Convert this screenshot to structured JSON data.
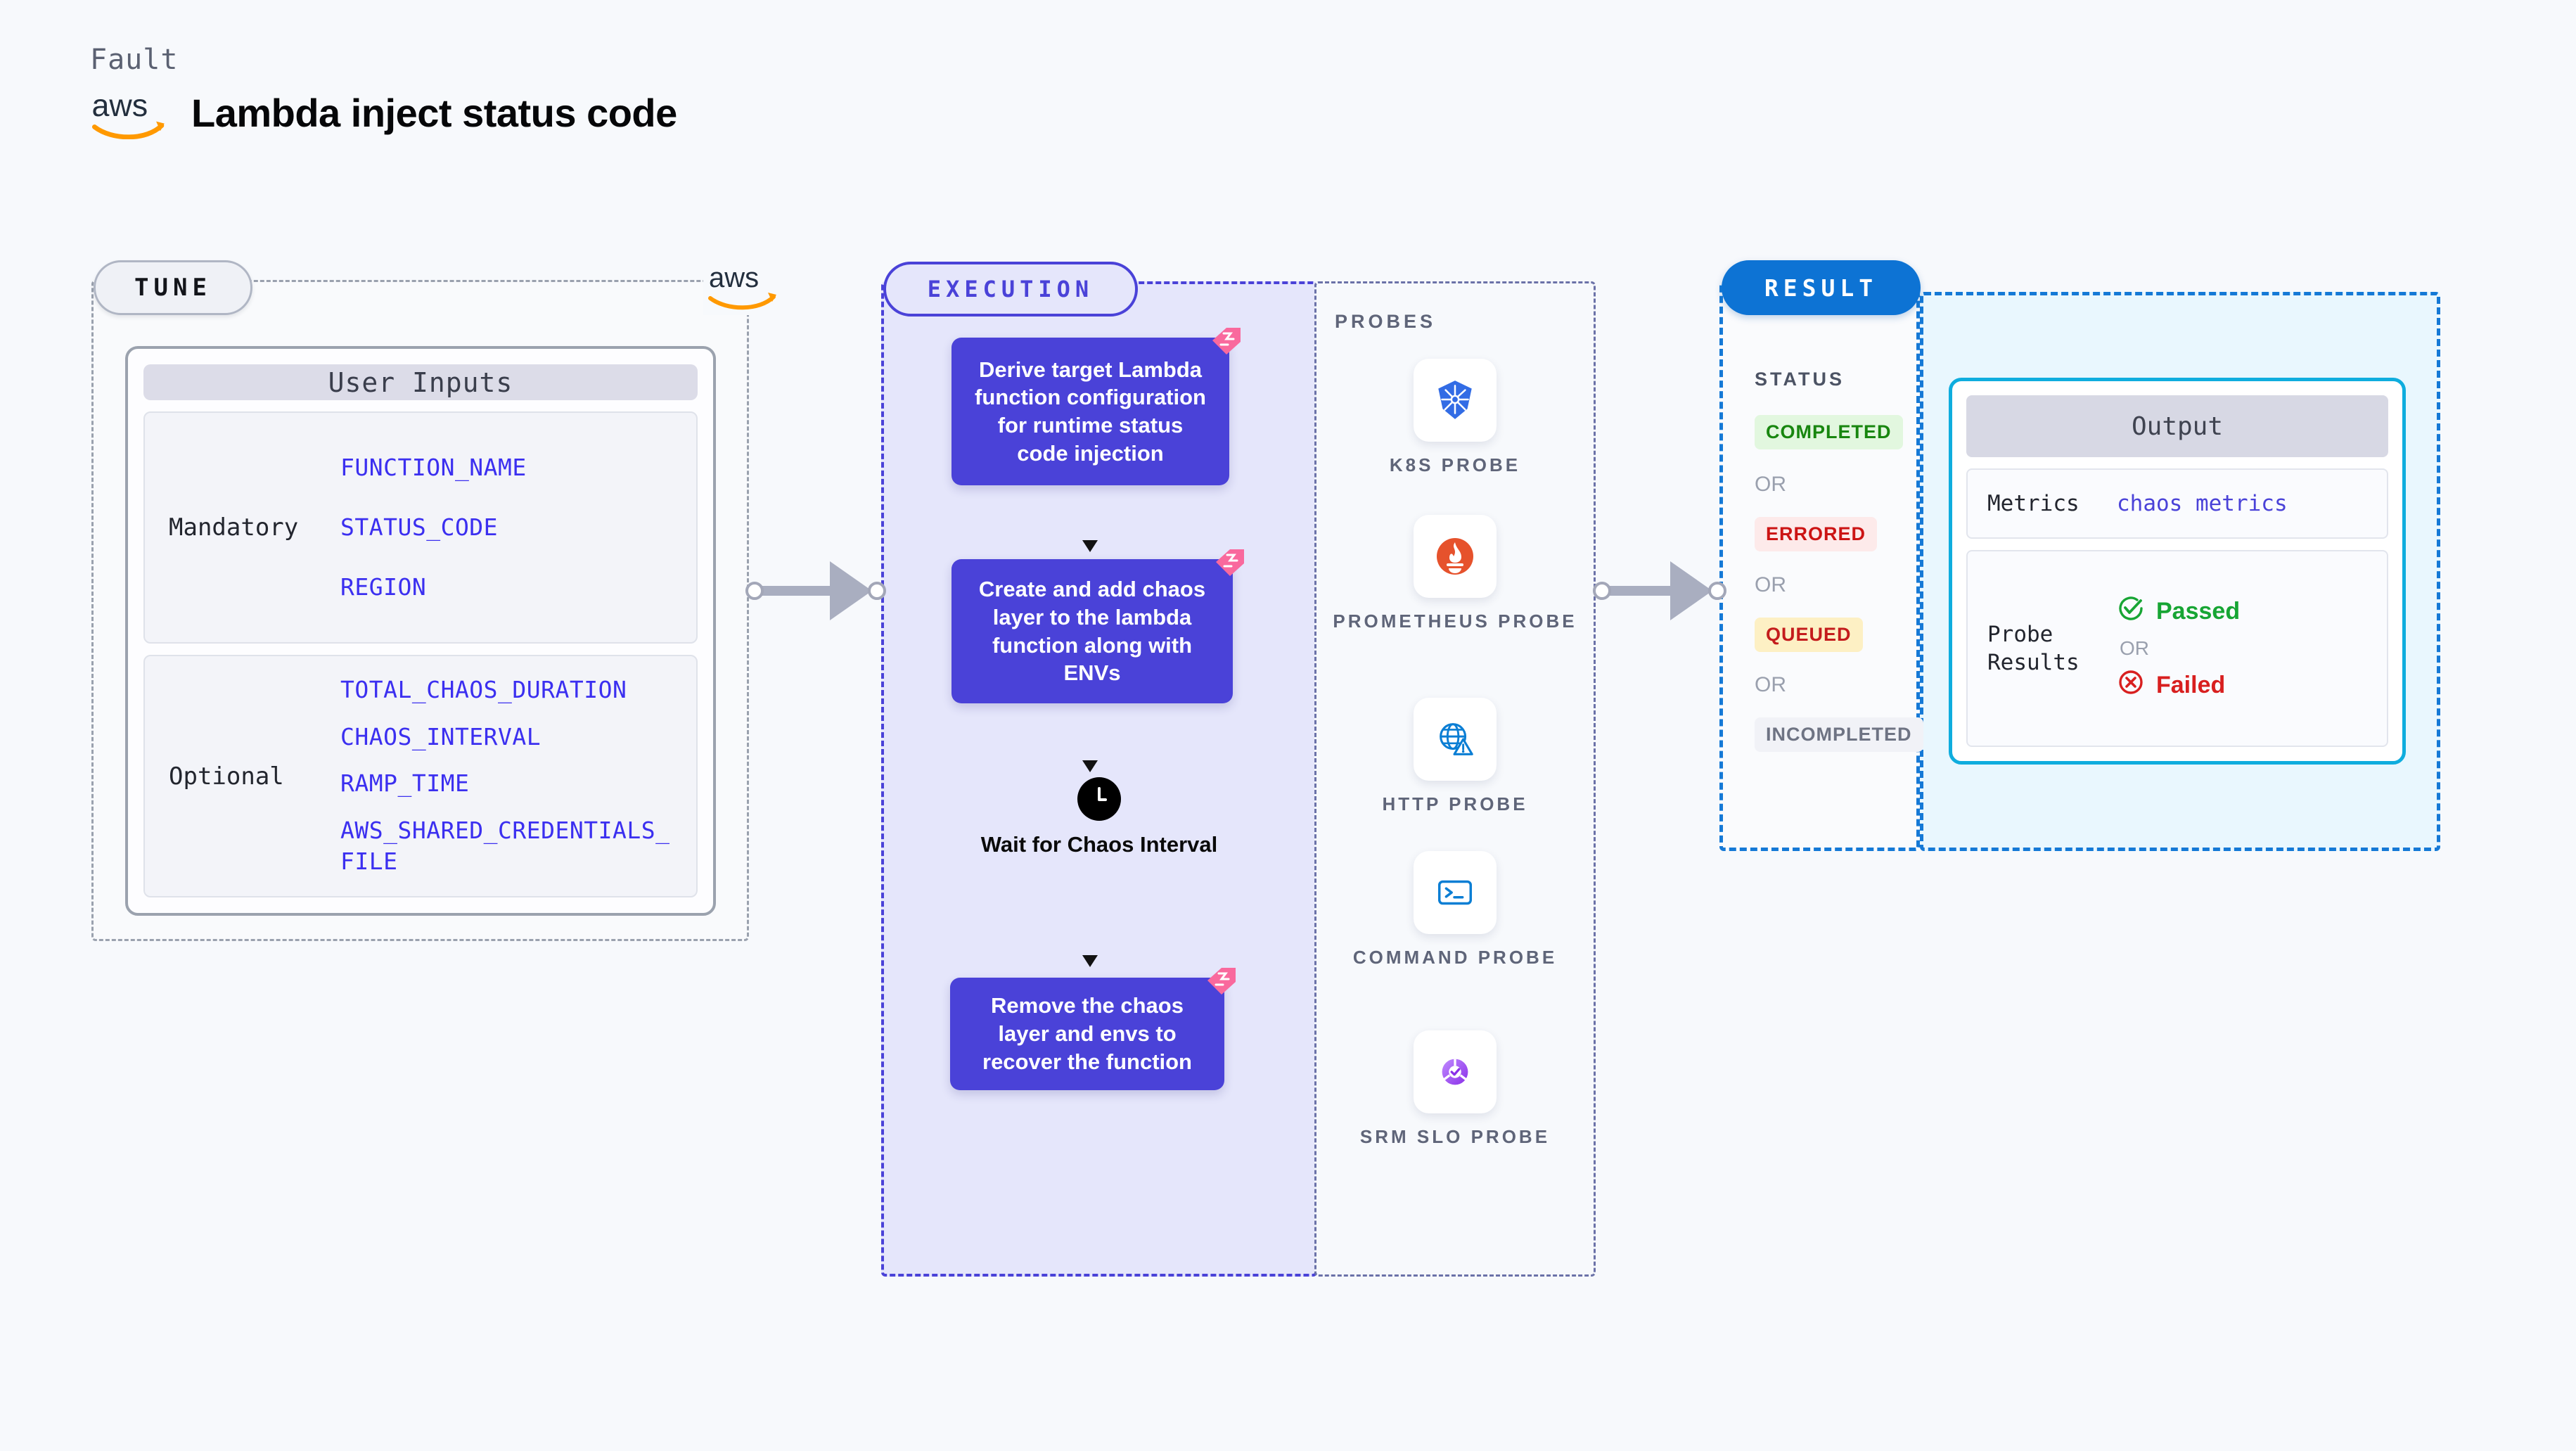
{
  "header": {
    "kicker": "Fault",
    "title": "Lambda inject status code",
    "logo": "aws-logo"
  },
  "tune": {
    "pill_label": "TUNE",
    "card_title": "User Inputs",
    "groups": [
      {
        "label": "Mandatory",
        "params": [
          "FUNCTION_NAME",
          "STATUS_CODE",
          "REGION"
        ]
      },
      {
        "label": "Optional",
        "params": [
          "TOTAL_CHAOS_DURATION",
          "CHAOS_INTERVAL",
          "RAMP_TIME",
          "AWS_SHARED_CREDENTIALS_FILE"
        ]
      }
    ]
  },
  "execution": {
    "pill_label": "EXECUTION",
    "steps": [
      {
        "text": "Derive target Lambda function configuration for runtime status code injection",
        "badge": "chaos-fault-badge"
      },
      {
        "text": "Create and add chaos layer to the lambda function along with ENVs",
        "badge": "chaos-fault-badge"
      },
      {
        "text": "Remove the chaos layer and envs to recover the function",
        "badge": "chaos-fault-badge"
      }
    ],
    "wait": {
      "label": "Wait for Chaos Interval",
      "icon": "clock-icon"
    }
  },
  "probes": {
    "title": "PROBES",
    "items": [
      {
        "name": "K8S PROBE",
        "icon": "kubernetes-icon"
      },
      {
        "name": "PROMETHEUS PROBE",
        "icon": "prometheus-icon"
      },
      {
        "name": "HTTP PROBE",
        "icon": "globe-warning-icon"
      },
      {
        "name": "COMMAND PROBE",
        "icon": "terminal-icon"
      },
      {
        "name": "SRM SLO PROBE",
        "icon": "srm-slo-icon"
      }
    ]
  },
  "result": {
    "pill_label": "RESULT",
    "status_heading": "STATUS",
    "or_label": "OR",
    "statuses": [
      {
        "label": "COMPLETED",
        "color": "#18860f",
        "bg": "#e2f7df"
      },
      {
        "label": "ERRORED",
        "color": "#cc1414",
        "bg": "#fdeaea"
      },
      {
        "label": "QUEUED",
        "color": "#c41c1c",
        "bg": "#fdf0c4"
      },
      {
        "label": "INCOMPLETED",
        "color": "#6e7383",
        "bg": "#f1f2f7"
      }
    ]
  },
  "output": {
    "title": "Output",
    "rows": [
      {
        "key": "Metrics",
        "value": "chaos metrics"
      }
    ],
    "probe_results": {
      "key": "Probe Results",
      "passed": "Passed",
      "failed": "Failed",
      "or_label": "OR",
      "pass_icon": "check-circle-icon",
      "fail_icon": "x-circle-icon"
    }
  },
  "connectors": {
    "tune_to_execution": "arrow-right",
    "execution_to_result": "arrow-right"
  },
  "colors": {
    "accent_purple": "#4a42d8",
    "accent_blue": "#1579d6",
    "badge_pink": "#f9699d",
    "param_blue": "#3b2ff0"
  }
}
